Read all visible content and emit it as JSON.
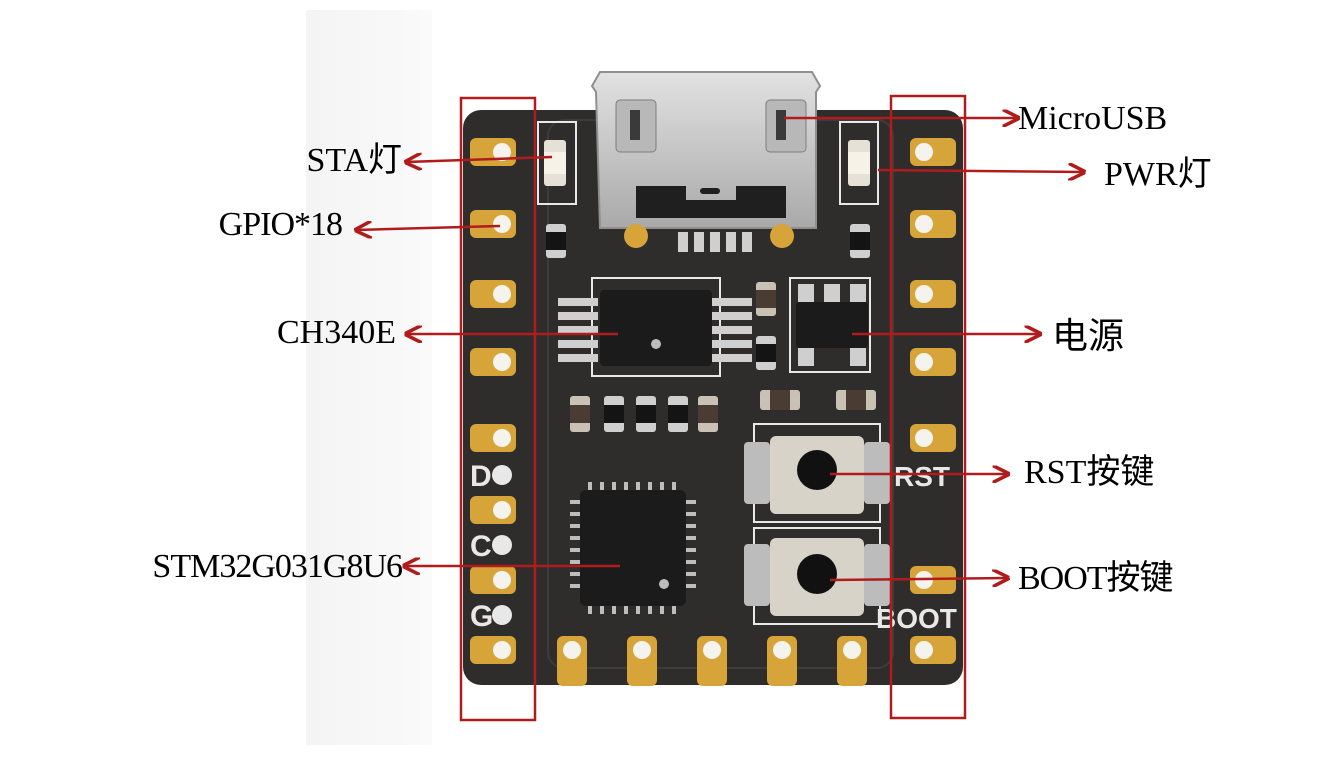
{
  "labels": {
    "sta_led": "STA灯",
    "gpio": "GPIO*18",
    "ch340e": "CH340E",
    "stm32": "STM32G031G8U6",
    "microusb": "MicroUSB",
    "pwr_led": "PWR灯",
    "power": "电源",
    "rst_key": "RST按键",
    "boot_key": "BOOT按键"
  },
  "silkscreen": {
    "d": "D",
    "c": "C",
    "g": "G",
    "rst": "RST",
    "boot": "BOOT"
  },
  "colors": {
    "board": "#2e2d2c",
    "pad_gold": "#d7a43a",
    "annotation": "#b01c1c",
    "silk": "#e8e8e8",
    "chip": "#1b1b1b",
    "usb_metal": "#c9c9c9",
    "button_body": "#d8d3c8"
  }
}
